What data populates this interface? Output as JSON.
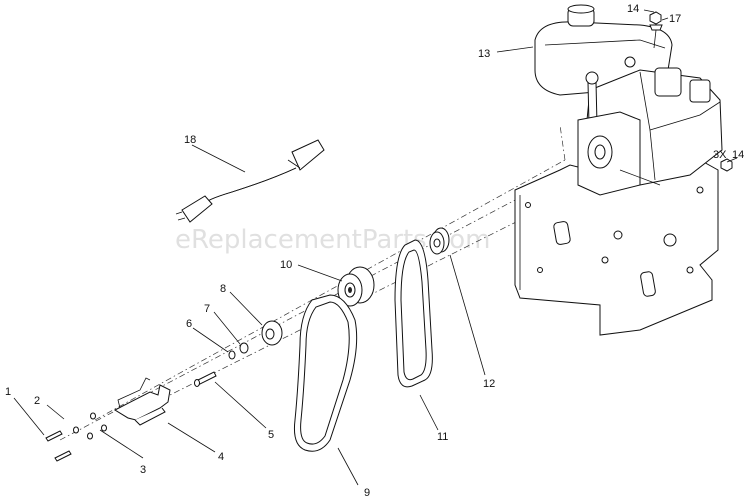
{
  "watermark": "eReplacementParts.com",
  "callouts": {
    "c1": "1",
    "c2": "2",
    "c3": "3",
    "c4": "4",
    "c5": "5",
    "c6": "6",
    "c7": "7",
    "c8": "8",
    "c9": "9",
    "c10": "10",
    "c11": "11",
    "c12": "12",
    "c13": "13",
    "c14a": "14",
    "c14b": "14",
    "c3x": "3X",
    "c17": "17",
    "c18": "18"
  }
}
